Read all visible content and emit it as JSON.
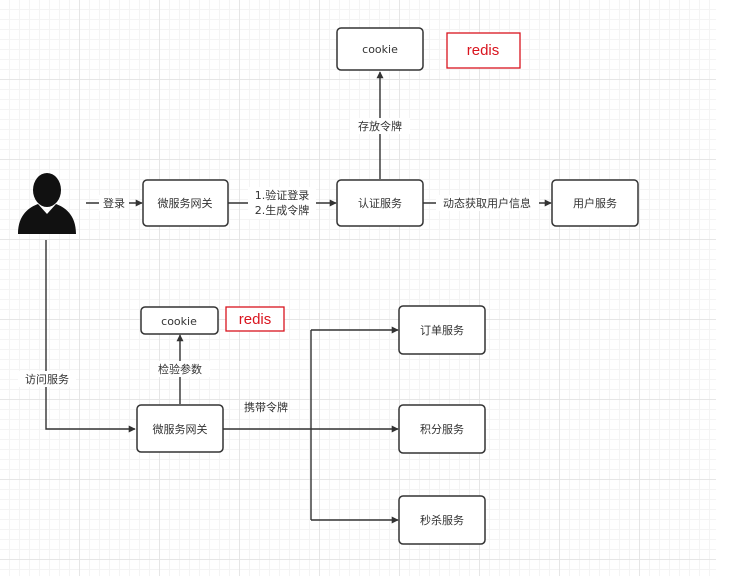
{
  "nodes": {
    "cookie_top": "cookie",
    "redis_top": "redis",
    "gateway_top": "微服务网关",
    "auth_service": "认证服务",
    "user_service": "用户服务",
    "cookie_bottom": "cookie",
    "redis_bottom": "redis",
    "gateway_bottom": "微服务网关",
    "order_service": "订单服务",
    "points_service": "积分服务",
    "seckill_service": "秒杀服务"
  },
  "edges": {
    "login": "登录",
    "verify_line1": "1.验证登录",
    "verify_line2": "2.生成令牌",
    "store_token": "存放令牌",
    "fetch_user_info": "动态获取用户信息",
    "access_service": "访问服务",
    "check_params": "检验参数",
    "carry_token": "携带令牌"
  },
  "icons": {
    "user": "user-silhouette-icon"
  },
  "colors": {
    "stroke": "#333333",
    "redis": "#d9141e"
  }
}
